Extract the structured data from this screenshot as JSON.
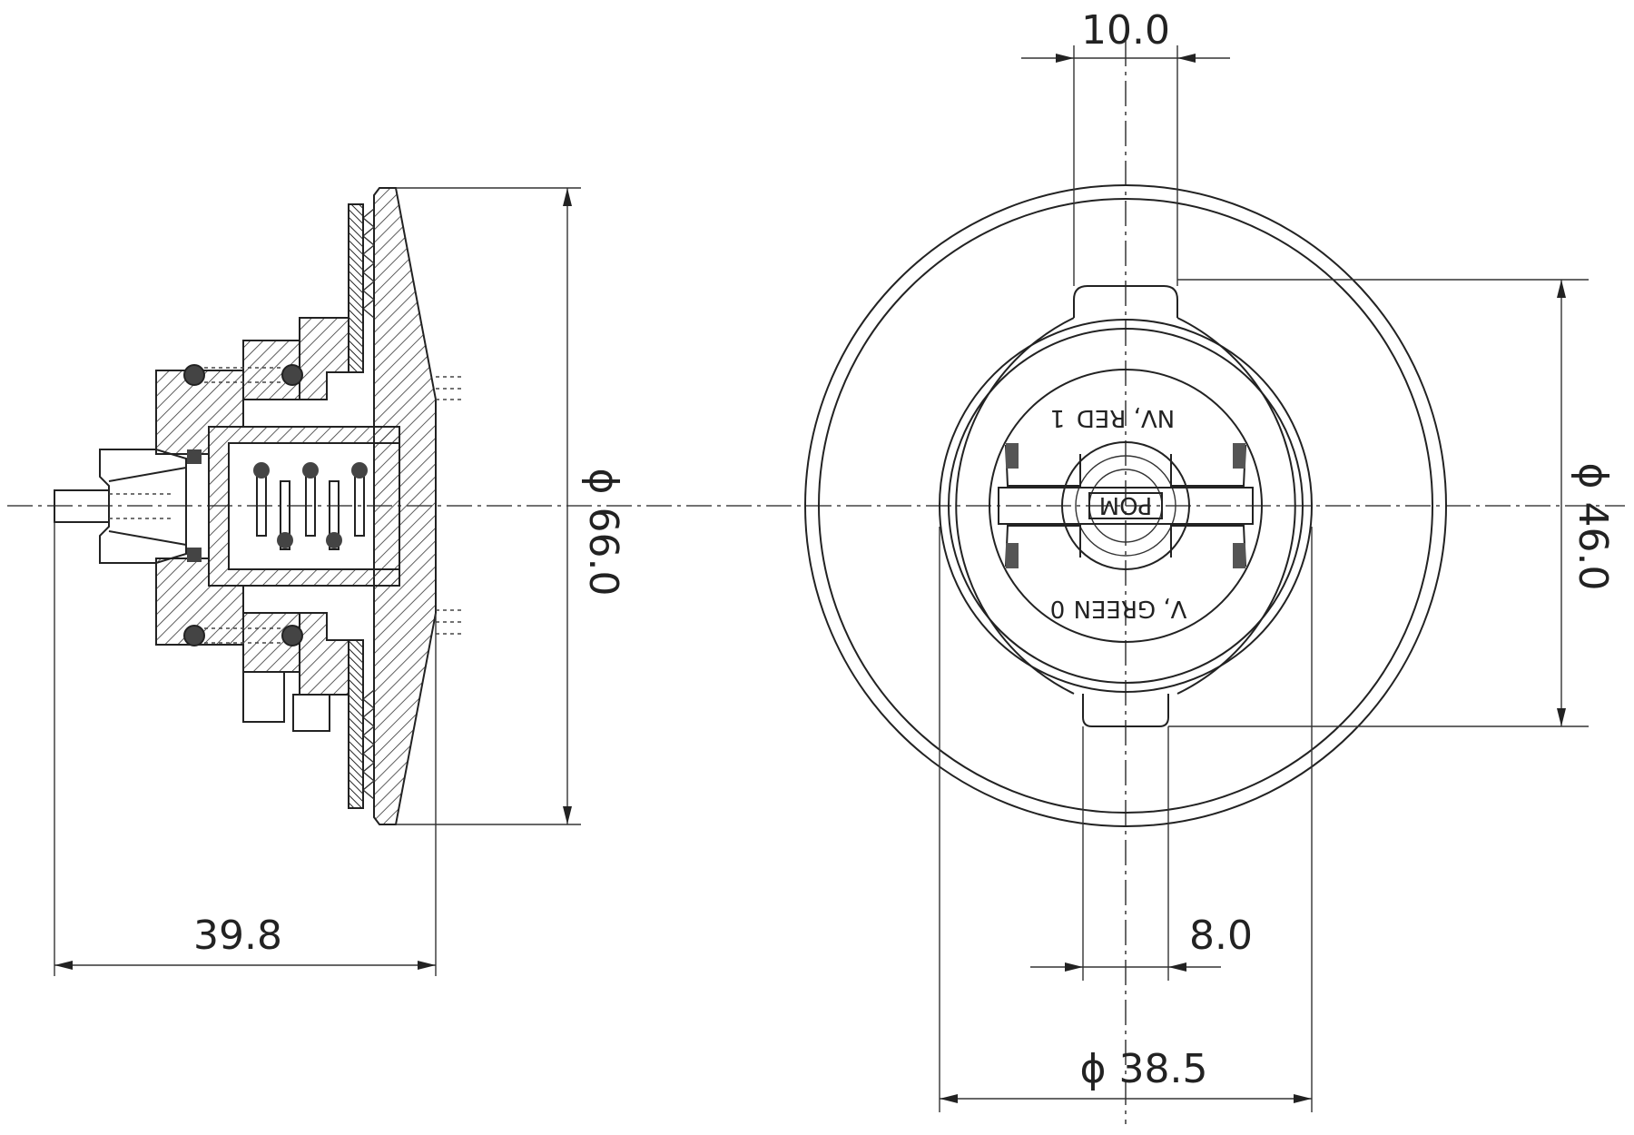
{
  "side_view": {
    "overall_length": "39.8",
    "overall_diameter": "ϕ 66.0"
  },
  "front_view": {
    "width_top": "10.0",
    "width_bottom": "8.0",
    "inner_diameter": "ϕ 46.0",
    "body_diameter": "ϕ 38.5",
    "label_upper": "NV, RED",
    "label_upper_num": "1",
    "label_lower": "V, GREEN",
    "label_lower_num": "0",
    "label_center": "POM"
  }
}
